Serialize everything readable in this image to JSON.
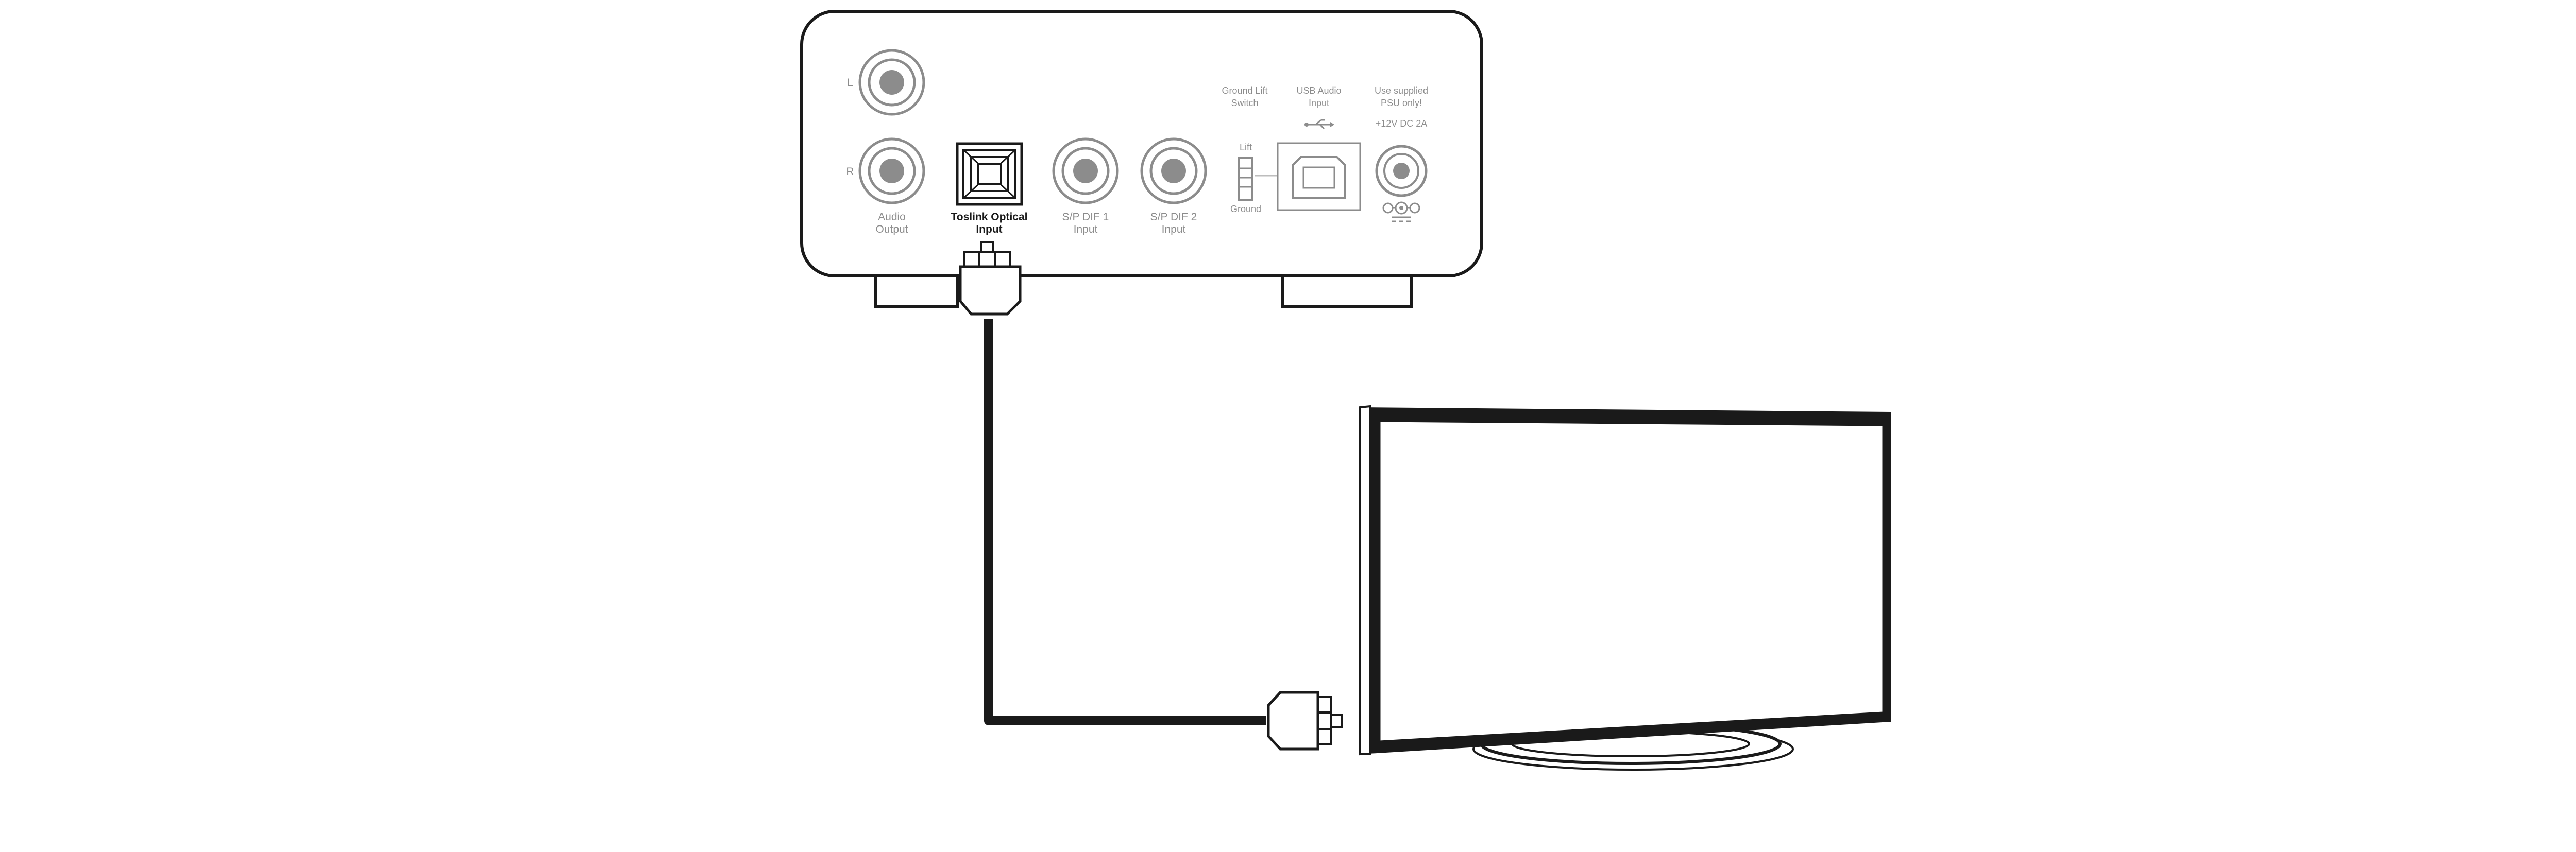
{
  "device": {
    "channel_left": "L",
    "channel_right": "R",
    "audio_output": [
      "Audio",
      "Output"
    ],
    "toslink": [
      "Toslink Optical",
      "Input"
    ],
    "spdif1": [
      "S/P DIF 1",
      "Input"
    ],
    "spdif2": [
      "S/P DIF 2",
      "Input"
    ],
    "ground_lift_switch": [
      "Ground Lift",
      "Switch"
    ],
    "lift": "Lift",
    "ground": "Ground",
    "usb_audio": [
      "USB Audio",
      "Input"
    ],
    "psu_note": [
      "Use supplied",
      "PSU only!"
    ],
    "power_rating": "+12V DC 2A"
  },
  "icons": [
    "usb-icon",
    "dc-polarity-icon",
    "dc-symbol-icon"
  ],
  "colors": {
    "line": "#1a1a1a",
    "muted": "#8c8c8c"
  }
}
